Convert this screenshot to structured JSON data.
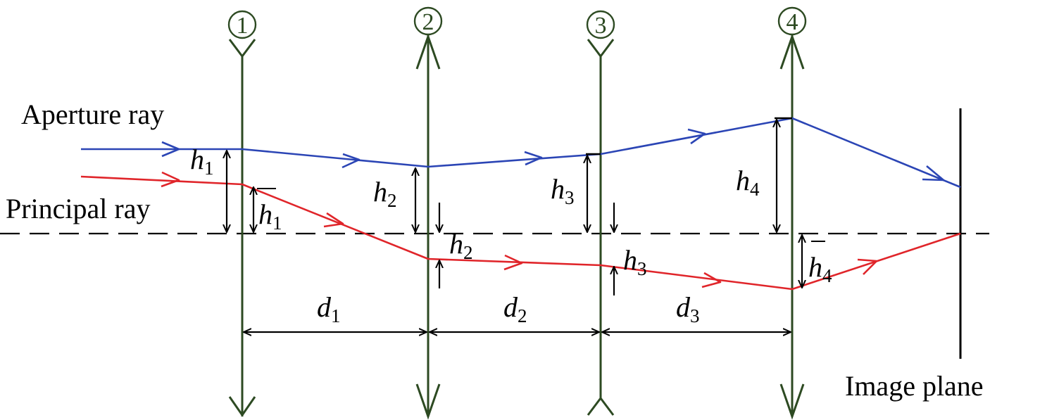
{
  "colors": {
    "lens": "#2d4a22",
    "aperture_ray": "#2b45b5",
    "principal_ray": "#e0252a",
    "axis": "#000000",
    "text": "#000000"
  },
  "lenses": [
    {
      "label": "①",
      "type": "diverging"
    },
    {
      "label": "②",
      "type": "converging"
    },
    {
      "label": "③",
      "type": "diverging"
    },
    {
      "label": "④",
      "type": "converging"
    }
  ],
  "rays": {
    "aperture_label": "Aperture ray",
    "principal_label": "Principal ray"
  },
  "image_plane_label": "Image plane",
  "heights": [
    {
      "sym": "h",
      "sub": "1"
    },
    {
      "sym": "h",
      "sub": "2"
    },
    {
      "sym": "h",
      "sub": "3"
    },
    {
      "sym": "h",
      "sub": "4"
    }
  ],
  "heights_bar": [
    {
      "sym": "h",
      "sub": "1"
    },
    {
      "sym": "h",
      "sub": "2"
    },
    {
      "sym": "h",
      "sub": "3"
    },
    {
      "sym": "h",
      "sub": "4"
    }
  ],
  "distances": [
    {
      "sym": "d",
      "sub": "1"
    },
    {
      "sym": "d",
      "sub": "2"
    },
    {
      "sym": "d",
      "sub": "3"
    }
  ]
}
